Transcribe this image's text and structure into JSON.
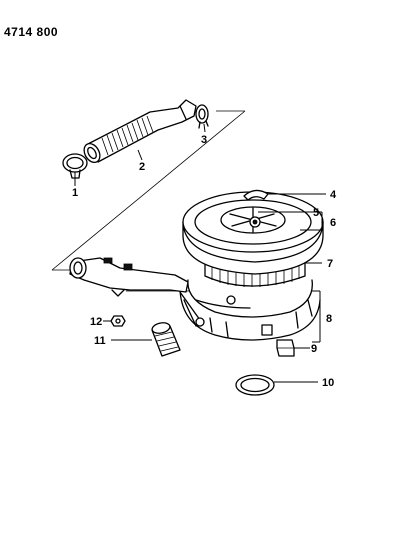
{
  "figure_code": "4714 800",
  "callouts": [
    "1",
    "2",
    "3",
    "4",
    "5",
    "6",
    "7",
    "8",
    "9",
    "10",
    "11",
    "12"
  ]
}
